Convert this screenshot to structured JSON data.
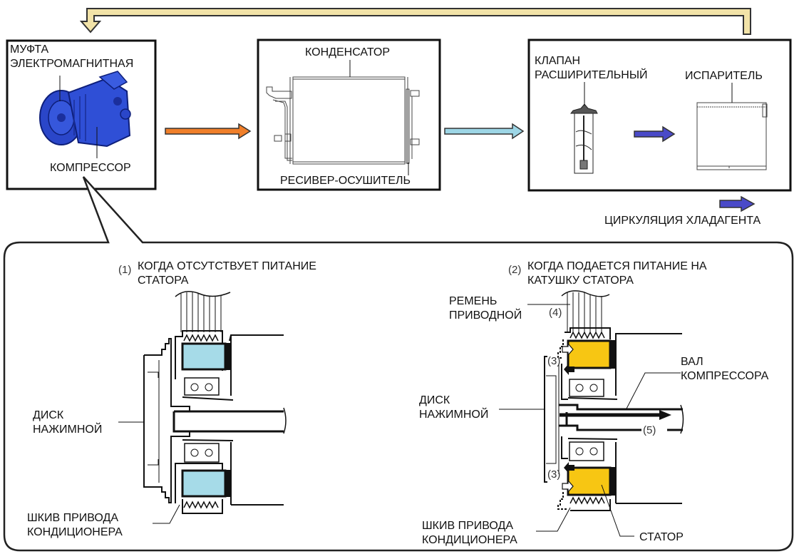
{
  "title": "Система кондиционирования: циркуляция хладагента и муфта электромагнитная",
  "colors": {
    "feedback_arrow": "#f2e3a8",
    "arrow_compressor_to_condenser": "#f07f2a",
    "arrow_condenser_to_valve": "#9dd6e6",
    "arrow_refrigerant": "#4a4ac8",
    "stator_off": "#a6dbe8",
    "stator_on": "#f7c613"
  },
  "top": {
    "box_compressor": {
      "label_clutch_line1": "МУФТА",
      "label_clutch_line2": "ЭЛЕКТРОМАГНИТНАЯ",
      "label_compressor": "КОМПРЕССОР"
    },
    "box_condenser": {
      "label_condenser": "КОНДЕНСАТОР",
      "label_receiver": "РЕСИВЕР-ОСУШИТЕЛЬ"
    },
    "box_evaporator": {
      "label_valve_line1": "КЛАПАН",
      "label_valve_line2": "РАСШИРИТЕЛЬНЫЙ",
      "label_evaporator": "ИСПАРИТЕЛЬ"
    },
    "legend": {
      "label": "ЦИРКУЛЯЦИЯ ХЛАДАГЕНТА"
    }
  },
  "detail": {
    "left": {
      "index": "(1)",
      "caption_line1": "КОГДА ОТСУТСТВУЕТ ПИТАНИЕ",
      "caption_line2": "СТАТОРА",
      "label_disc_line1": "ДИСК",
      "label_disc_line2": "НАЖИМНОЙ",
      "label_pulley_line1": "ШКИВ ПРИВОДА",
      "label_pulley_line2": "КОНДИЦИОНЕРА"
    },
    "right": {
      "index": "(2)",
      "caption_line1": "КОГДА ПОДАЕТСЯ ПИТАНИЕ НА",
      "caption_line2": "КАТУШКУ СТАТОРА",
      "label_belt_line1": "РЕМЕНЬ",
      "label_belt_line2": "ПРИВОДНОЙ",
      "label_belt_num": "(4)",
      "label_shaft_line1": "ВАЛ",
      "label_shaft_line2": "КОМПРЕССОРА",
      "label_shaft_num": "(5)",
      "label_force_num_top": "(3)",
      "label_force_num_bottom": "(3)",
      "label_disc_line1": "ДИСК",
      "label_disc_line2": "НАЖИМНОЙ",
      "label_pulley_line1": "ШКИВ ПРИВОДА",
      "label_pulley_line2": "КОНДИЦИОНЕРА",
      "label_stator": "СТАТОР"
    }
  }
}
